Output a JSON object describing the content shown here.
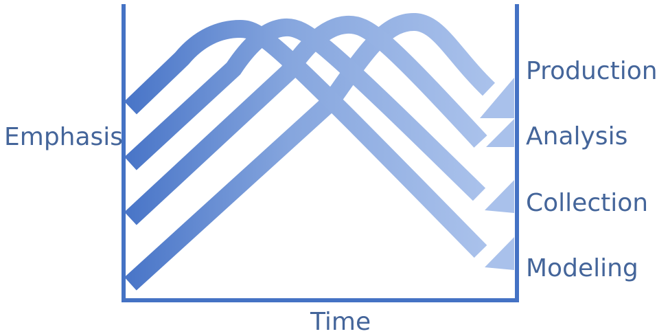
{
  "diagram": {
    "y_axis_label": "Emphasis",
    "x_axis_label": "Time",
    "arrows": [
      {
        "name": "Production"
      },
      {
        "name": "Analysis"
      },
      {
        "name": "Collection"
      },
      {
        "name": "Modeling"
      }
    ],
    "colors": {
      "frame": "#4472c4",
      "arrow_dark": "#4a76c8",
      "arrow_light": "#a9c1eb",
      "text": "#44659a"
    }
  }
}
